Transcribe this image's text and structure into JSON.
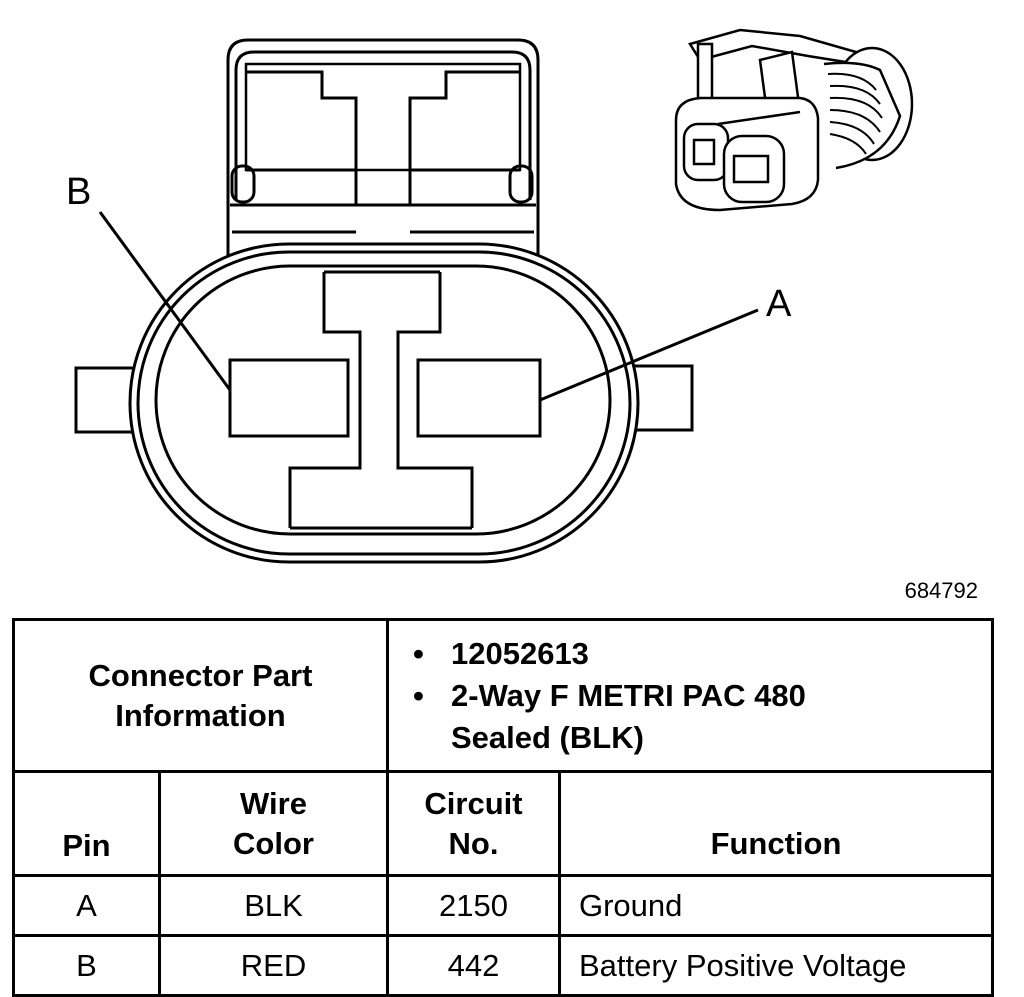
{
  "labels": {
    "pin_a": "A",
    "pin_b": "B",
    "figure_number": "684792"
  },
  "info": {
    "title": "Connector Part Information",
    "part_number": "12052613",
    "description": "2-Way F METRI PAC 480 Sealed (BLK)",
    "bullet": "•"
  },
  "table": {
    "headers": {
      "pin": "Pin",
      "wire_color": "Wire Color",
      "circuit_no": "Circuit No.",
      "function": "Function"
    },
    "rows": [
      {
        "pin": "A",
        "wire_color": "BLK",
        "circuit": "2150",
        "function": "Ground"
      },
      {
        "pin": "B",
        "wire_color": "RED",
        "circuit": "442",
        "function": "Battery Positive Voltage"
      }
    ]
  }
}
